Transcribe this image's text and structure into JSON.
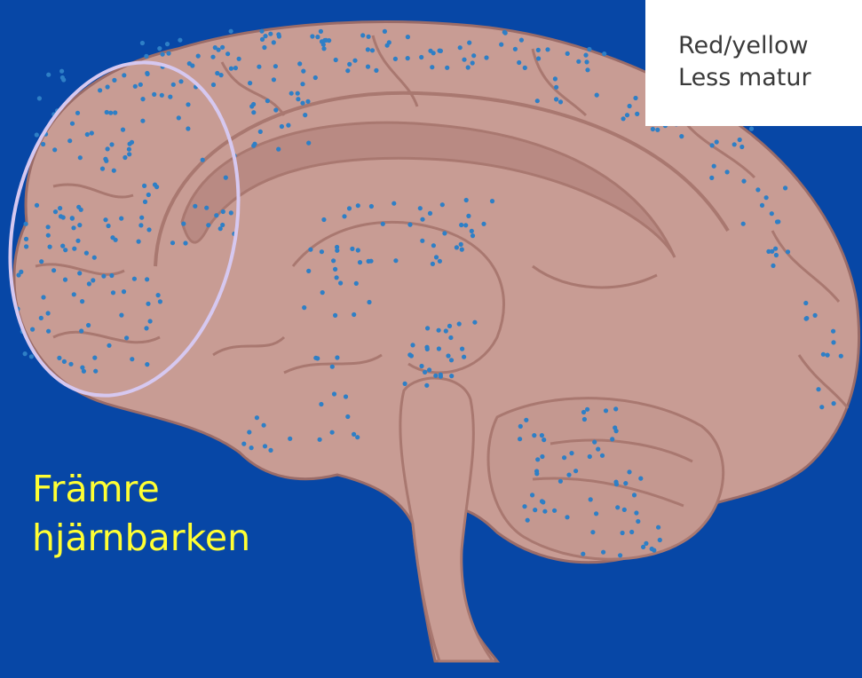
{
  "colors": {
    "background": "#0747a6",
    "brain_fill": "#c89c94",
    "brain_stroke": "#9b6c68",
    "fold_stroke": "#a97870",
    "dots": "#2e7fc6",
    "highlight_ellipse": "#d6c8f0",
    "caption": "#ffff33",
    "legend_text": "#3a3a3a"
  },
  "legend": {
    "line1": "Red/yellow",
    "line2": "Less matur"
  },
  "caption": {
    "line1": "Främre",
    "line2": "hjärnbarken"
  },
  "figure": {
    "subject": "brain-sagittal-section",
    "highlighted_region": "prefrontal-cortex"
  }
}
